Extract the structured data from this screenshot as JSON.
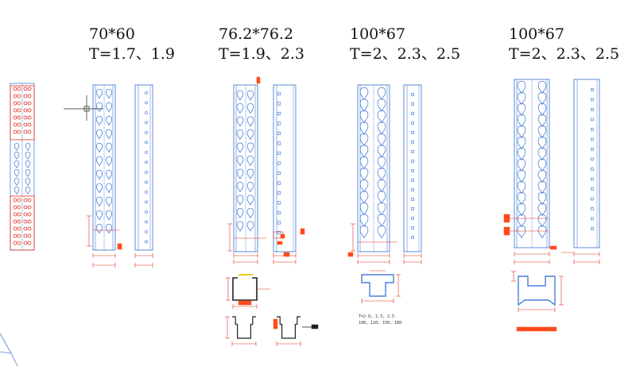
{
  "profiles": [
    {
      "size": "70*60",
      "thickness": "T=1.7、1.9"
    },
    {
      "size": "76.2*76.2",
      "thickness": "T=1.9、2.3"
    },
    {
      "size": "100*67",
      "thickness": "T=2、2.3、2.5"
    },
    {
      "size": "100*67",
      "thickness": "T=2、2.3、2.5"
    }
  ],
  "colors": {
    "outline": "#4a7fd6",
    "dimension": "#e0301e",
    "fill": "#ff4a1c",
    "black": "#222222",
    "yellow": "#e8d21c"
  },
  "notes": {
    "section3_note1": "T=2.0, 2.3, 2.5",
    "section3_note2": "100, 120, 150, 180"
  }
}
